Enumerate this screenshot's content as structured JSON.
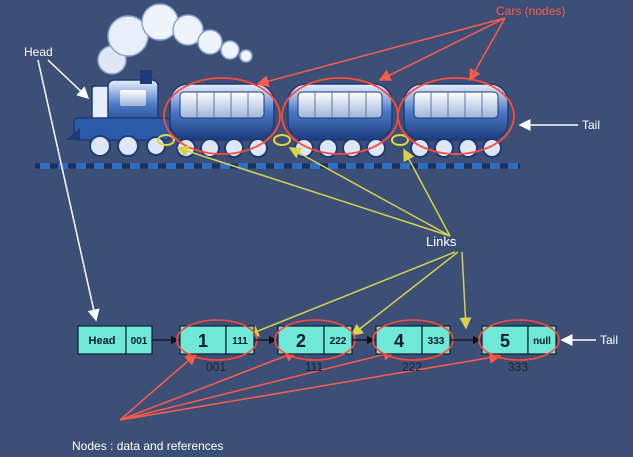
{
  "labels": {
    "head": "Head",
    "cars": "Cars (nodes)",
    "tail_top": "Tail",
    "links": "Links",
    "tail_bottom": "Tail",
    "nodes_caption": "Nodes : data and references"
  },
  "list": {
    "head_box": {
      "label": "Head",
      "pointer": "001"
    },
    "nodes": [
      {
        "value": "1",
        "next": "111",
        "address": "001"
      },
      {
        "value": "2",
        "next": "222",
        "address": "111"
      },
      {
        "value": "4",
        "next": "333",
        "address": "222"
      },
      {
        "value": "5",
        "next": "null",
        "address": "333"
      }
    ]
  },
  "colors": {
    "background": "#3c4f76",
    "node_fill": "#6fe8d8",
    "link_arrow": "#d8d24a",
    "cars_arrow": "#ff5a4a",
    "head_arrow": "#ffffff"
  }
}
